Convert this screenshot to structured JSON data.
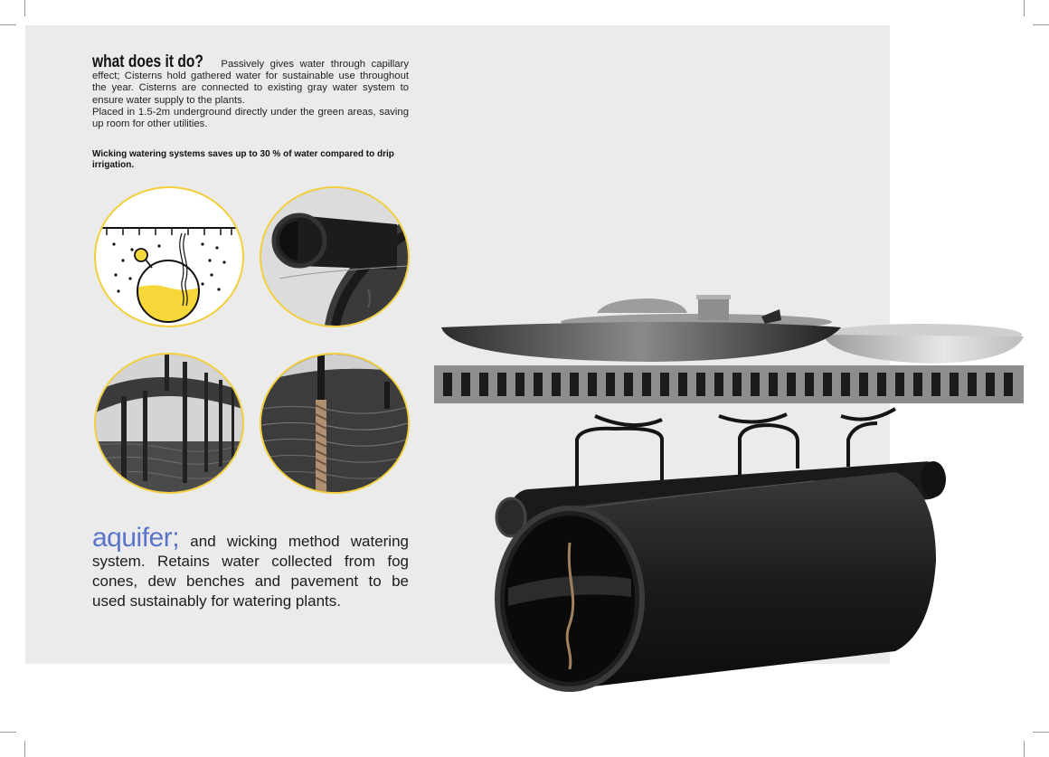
{
  "intro": {
    "heading": "what does it do?",
    "body": "Passively gives water through capillary effect; Cisterns hold gathered water for sustainable use throughout the year. Cisterns are connected to existing gray water system to ensure water supply to the plants.",
    "body2": "Placed in 1.5-2m underground directly under the green areas, saving up room for other utilities."
  },
  "note": "Wicking watering systems saves up to 30 % of water compared to drip irrigation.",
  "aquifer": {
    "highlight": "aquifer;",
    "text": "and wicking method watering system. Retains water collected from fog cones, dew benches and pavement to be used sustainably for watering plants."
  },
  "colors": {
    "panel": "#ebebeb",
    "accent_blue": "#5a74c9",
    "circle_border": "#f2cf3a",
    "water_yellow": "#f5d73a"
  },
  "images": [
    "diagram-cistern-icon",
    "pipe-closeup-render",
    "tank-columns-render",
    "wick-in-water-render",
    "aquifer-cistern-render"
  ]
}
